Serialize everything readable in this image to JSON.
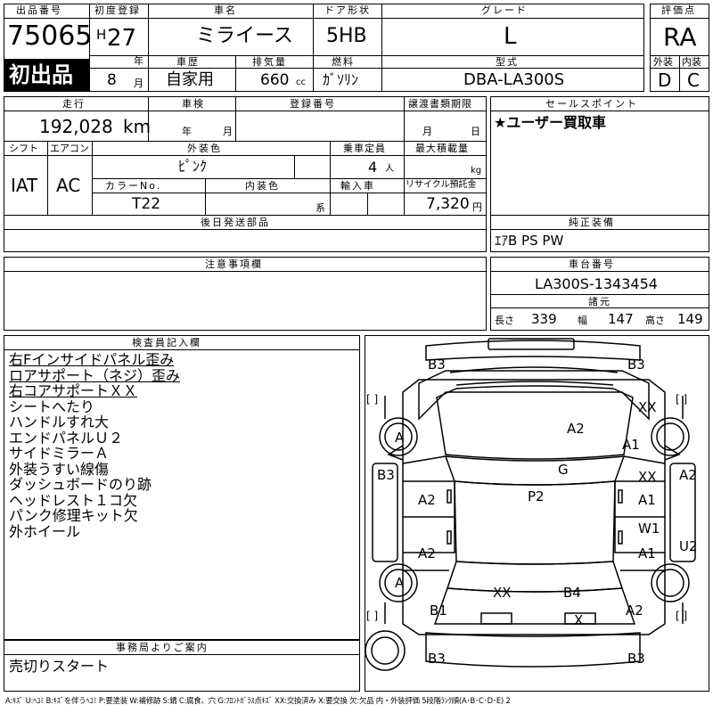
{
  "header": {
    "lot_label": "出品番号",
    "lot_number": "75065",
    "first_label": "初出品",
    "reg_label": "初度登録",
    "era": "H",
    "year": "27",
    "year_unit": "年",
    "month": "8",
    "month_unit": "月",
    "name_label": "車名",
    "name": "ミライース",
    "door_label": "ドア形状",
    "door": "5HB",
    "grade_label": "グレード",
    "grade": "L",
    "score_label": "評価点",
    "score": "RA",
    "history_label": "車歴",
    "history": "自家用",
    "disp_label": "排気量",
    "disp": "660",
    "disp_unit": "cc",
    "fuel_label": "燃料",
    "fuel": "ｶﾞｿﾘﾝ",
    "model_label": "型式",
    "model": "DBA-LA300S",
    "ext_label": "外装",
    "ext": "D",
    "int_label": "内装",
    "int": "C"
  },
  "row2": {
    "mileage_label": "走行",
    "mileage": "192,028",
    "mileage_unit": "km",
    "inspection_label": "車検",
    "year_unit": "年",
    "month_unit": "月",
    "plate_label": "登録番号",
    "transfer_label": "譲渡書類期限",
    "t_month": "月",
    "t_day": "日",
    "selling_label": "セールスポイント",
    "selling": "★ユーザー買取車",
    "shift_label": "シフト",
    "shift": "IAT",
    "ac_label": "エアコン",
    "ac": "AC",
    "color_label": "外装色",
    "color": "ﾋﾟﾝｸ",
    "capacity_label": "乗車定員",
    "capacity": "4",
    "capacity_unit": "人",
    "load_label": "最大積載量",
    "load_unit": "kg",
    "colorno_label": "カラーNo.",
    "colorno": "T22",
    "intcolor_label": "内装色",
    "intcolor_unit": "系",
    "import_label": "輸入車",
    "recycle_label": "リサイクル預託金",
    "recycle": "7,320",
    "recycle_unit": "円"
  },
  "parts_label": "後日発送部品",
  "equip_label": "純正装備",
  "equip": "ｴｱB PS PW",
  "caution_label": "注意事項欄",
  "chassis_label": "車台番号",
  "chassis": "LA300S-1343454",
  "dims_label": "諸元",
  "length_label": "長さ",
  "length": "339",
  "width_label": "幅",
  "width": "147",
  "height_label": "高さ",
  "height": "149",
  "inspector_label": "検査員記入欄",
  "inspector_notes": [
    "右Fインサイドパネル歪み",
    "ロアサポート（ネジ）歪み",
    "右コアサポートＸＸ",
    "シートへたり",
    "ハンドルすれ大",
    "エンドパネルＵ２",
    "サイドミラーＡ",
    "外装うすい線傷",
    "ダッシュボードのり跡",
    "ヘッドレスト１コ欠",
    "パンク修理キット欠",
    "外ホイール"
  ],
  "office_label": "事務局よりご案内",
  "office_note": "売切りスタート",
  "legend": "A:ｷｽﾞ U:ﾍｺﾐ B:ｷｽﾞを伴うﾍｺﾐ P:要塗装 W:補修跡 S:錆 C:腐食、穴 G:ﾌﾛﾝﾄｶﾞﾗｽ点ｷｽﾞ XX:交換済み X:要交換 欠:欠品 内・外装評価 5段階ﾗﾝｸ順(A･B･C･D･E) 2",
  "diagram": {
    "bracket": "[     ]",
    "marks": {
      "b3_tl": "B3",
      "b3_tr": "B3",
      "xx_top": "XX",
      "a_wheel_fl": "A",
      "a2_hood": "A2",
      "a1_fr": "A1",
      "b3_left": "B3",
      "g_glass": "G",
      "xx_right": "XX",
      "a2_right": "A2",
      "a2_ld": "A2",
      "p2_roof": "P2",
      "a1_rd": "A1",
      "w1_r": "W1",
      "a2_lr": "A2",
      "a1_rr": "A1",
      "u2_right": "U2",
      "a_wheel_rl": "A",
      "xx_rear": "XX",
      "b4_rear": "B4",
      "b1_rear": "B1",
      "a2_rear": "A2",
      "x_tail": "X",
      "b3_bl": "B3",
      "b3_br": "B3"
    }
  }
}
